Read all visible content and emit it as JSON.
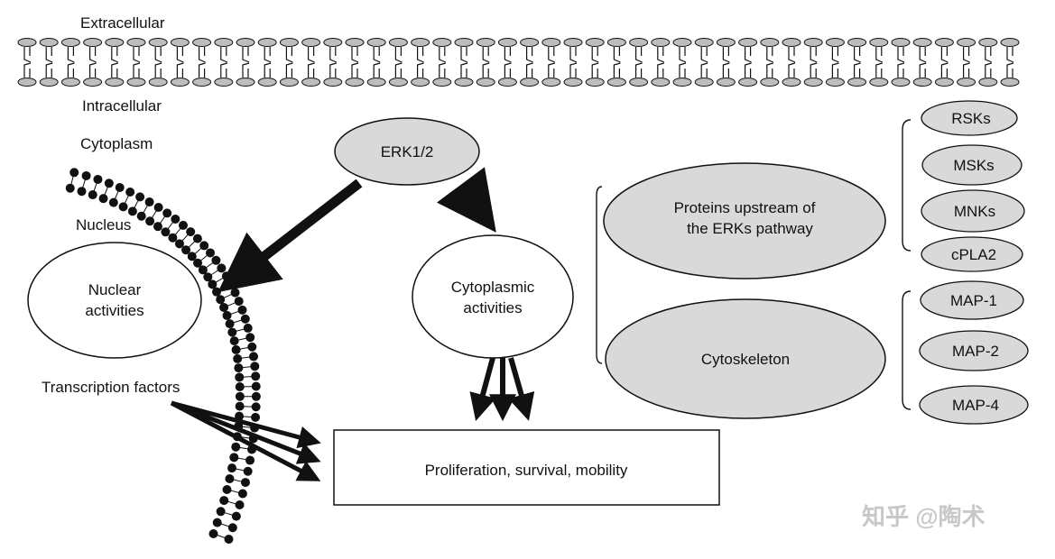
{
  "labels": {
    "extracellular": "Extracellular",
    "intracellular": "Intracellular",
    "cytoplasm": "Cytoplasm",
    "nucleus": "Nucleus",
    "transcription_factors": "Transcription factors"
  },
  "nodes": {
    "erk": "ERK1/2",
    "nuclear_activities": [
      "Nuclear",
      "activities"
    ],
    "cytoplasmic_activities": [
      "Cytoplasmic",
      "activities"
    ],
    "proteins_upstream": [
      "Proteins upstream of",
      "the ERKs pathway"
    ],
    "cytoskeleton": "Cytoskeleton",
    "outcome": "Proliferation, survival, mobility"
  },
  "upstream_targets": [
    "RSKs",
    "MSKs",
    "MNKs",
    "cPLA2"
  ],
  "cytoskeleton_targets": [
    "MAP-1",
    "MAP-2",
    "MAP-4"
  ],
  "watermark": "知乎 @陶术",
  "colors": {
    "node_fill": "#d9d9d9",
    "white_fill": "#ffffff",
    "stroke": "#111111",
    "arrow": "#111111",
    "membrane_head": "#bdbdbd",
    "nuclear_head": "#111111",
    "watermark": "#c8c8c8"
  }
}
